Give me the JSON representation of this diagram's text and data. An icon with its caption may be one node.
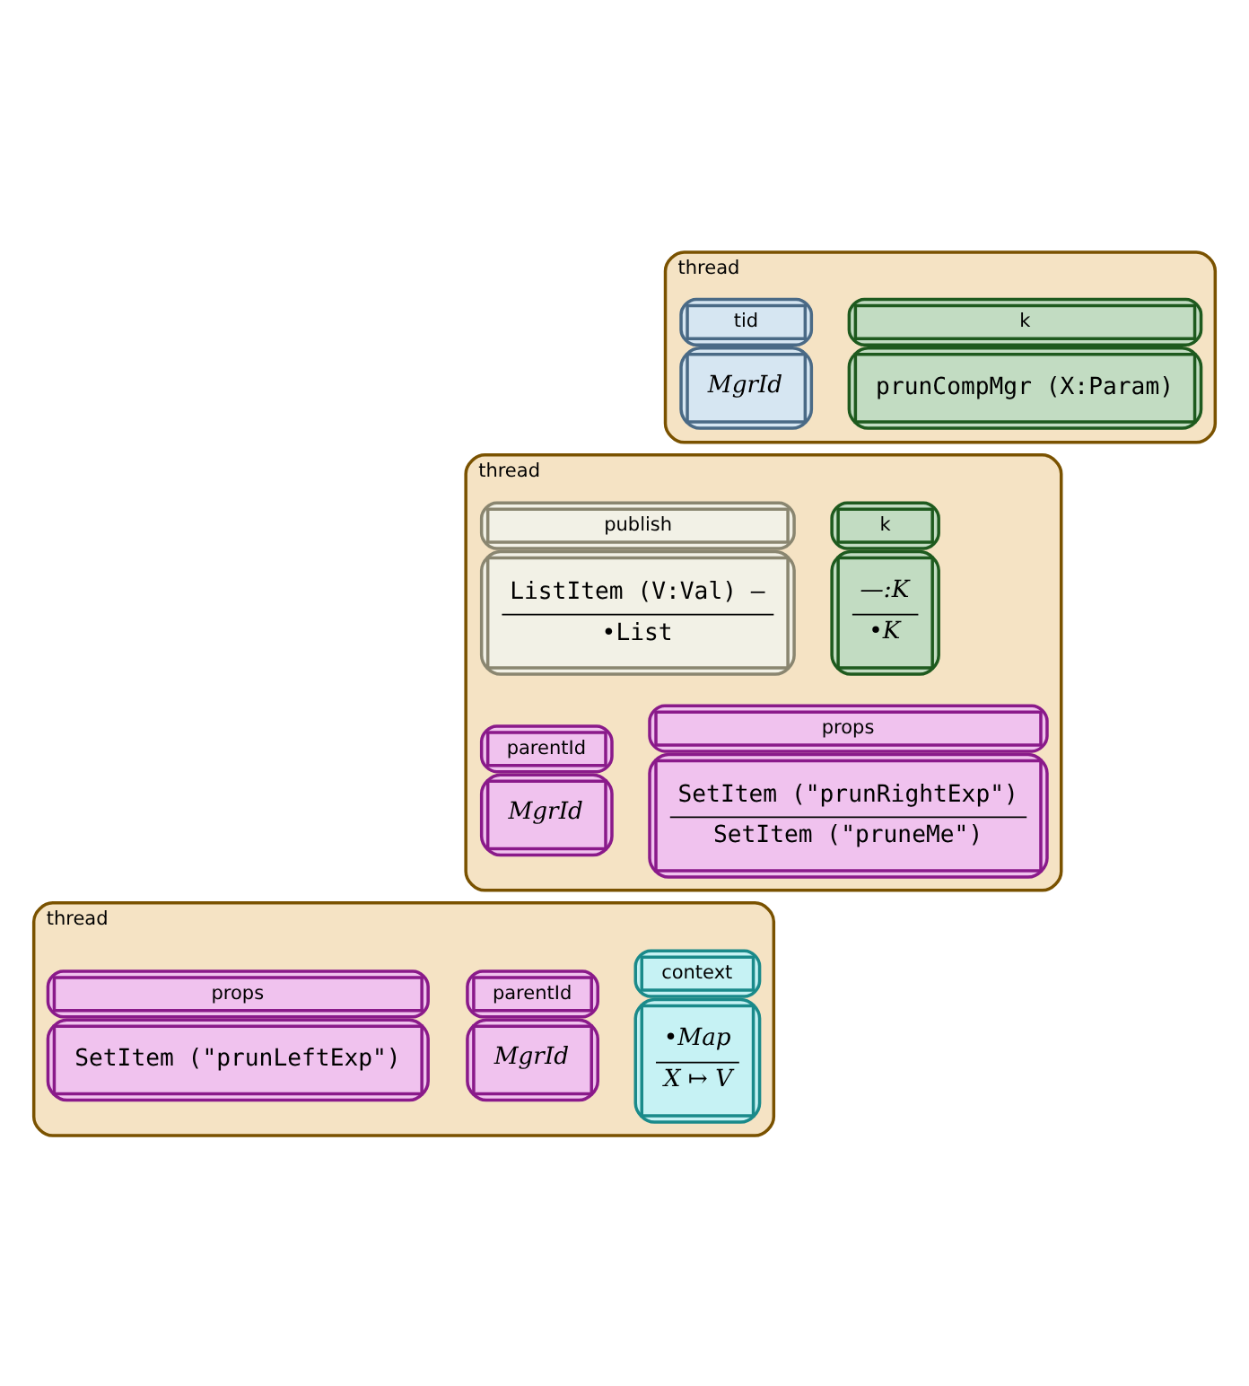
{
  "diagram": {
    "nodes": [
      {
        "text": [
          "thread"
        ]
      },
      {
        "text": [
          "k",
          "prunCompMgr (X:Param)"
        ],
        "in": 0
      },
      {
        "text": [
          "tid",
          "MgrId"
        ],
        "in": 0
      },
      {
        "text": [
          "thread"
        ]
      },
      {
        "text": [
          "k",
          "—:K",
          "•K"
        ],
        "in": 3
      },
      {
        "text": [
          "publish",
          "ListItem (V:Val) —",
          "•List"
        ],
        "in": 3
      },
      {
        "text": [
          "props",
          "SetItem (\"prunRightExp\")",
          "SetItem (\"pruneMe\")"
        ],
        "in": 3
      },
      {
        "text": [
          "parentId",
          "MgrId"
        ],
        "in": 3
      },
      {
        "text": [
          "thread"
        ]
      },
      {
        "text": [
          "context",
          "•Map",
          "X ↦ V"
        ],
        "in": 8
      },
      {
        "text": [
          "parentId",
          "MgrId"
        ],
        "in": 8
      },
      {
        "text": [
          "props",
          "SetItem (\"prunLeftExp\")"
        ],
        "in": 8
      }
    ]
  }
}
